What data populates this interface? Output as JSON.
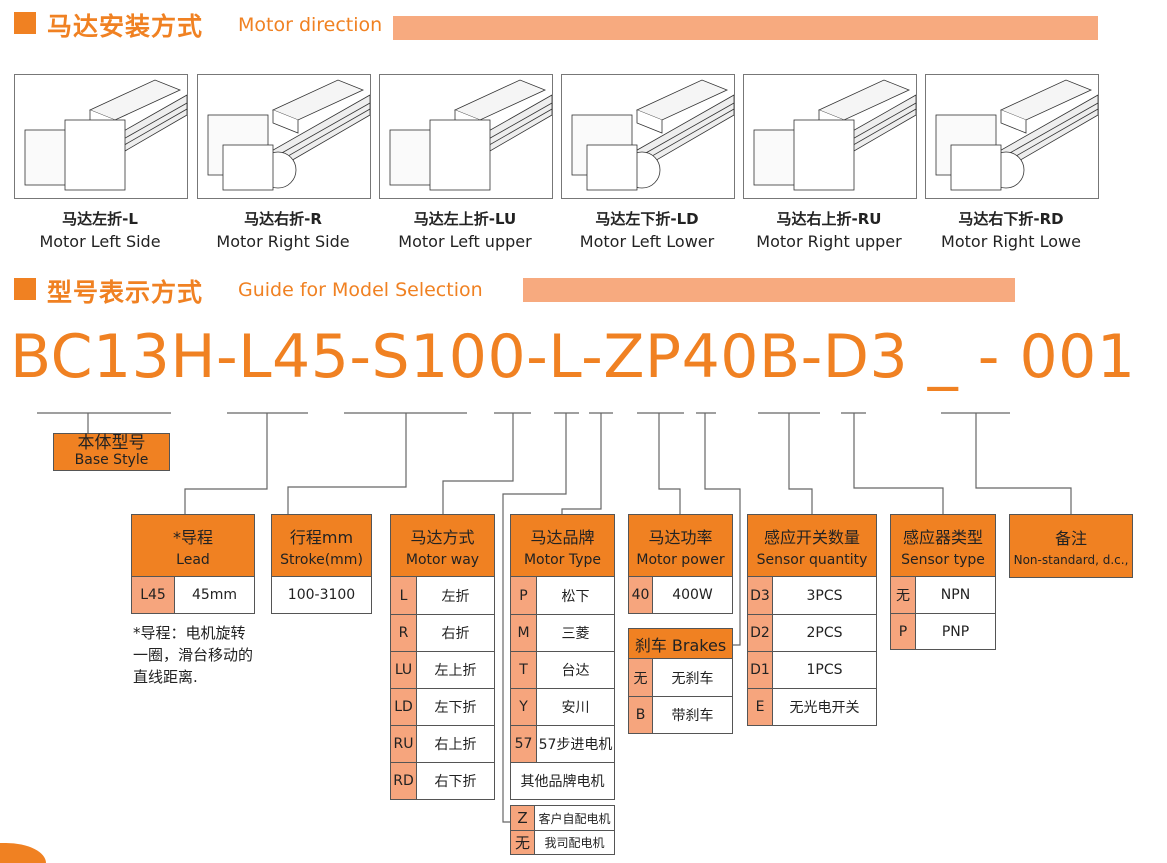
{
  "section1": {
    "title": "马达安装方式",
    "subtitle": "Motor direction"
  },
  "directions": [
    {
      "cn": "马达左折-L",
      "en": "Motor Left Side"
    },
    {
      "cn": "马达右折-R",
      "en": "Motor Right Side"
    },
    {
      "cn": "马达左上折-LU",
      "en": "Motor Left upper"
    },
    {
      "cn": "马达左下折-LD",
      "en": "Motor Left Lower"
    },
    {
      "cn": "马达右上折-RU",
      "en": "Motor Right upper"
    },
    {
      "cn": "马达右下折-RD",
      "en": "Motor Right Lowe"
    }
  ],
  "section2": {
    "title": "型号表示方式",
    "subtitle": "Guide for Model Selection"
  },
  "model_code": "BC13H-L45-S100-L-ZP40B-D3 _ - 001",
  "base_style": {
    "cn": "本体型号",
    "en": "Base Style"
  },
  "tables": {
    "lead": {
      "cn": "*导程",
      "en": "Lead",
      "rows": [
        {
          "code": "L45",
          "value": "45mm"
        }
      ]
    },
    "stroke": {
      "cn": "行程mm",
      "en": "Stroke(mm)",
      "rows": [
        {
          "value": "100-3100"
        }
      ]
    },
    "motor_way": {
      "cn": "马达方式",
      "en": "Motor way",
      "rows": [
        {
          "code": "L",
          "value": "左折"
        },
        {
          "code": "R",
          "value": "右折"
        },
        {
          "code": "LU",
          "value": "左上折"
        },
        {
          "code": "LD",
          "value": "左下折"
        },
        {
          "code": "RU",
          "value": "右上折"
        },
        {
          "code": "RD",
          "value": "右下折"
        }
      ]
    },
    "motor_type": {
      "cn": "马达品牌",
      "en": "Motor Type",
      "rows": [
        {
          "code": "P",
          "value": "松下"
        },
        {
          "code": "M",
          "value": "三菱"
        },
        {
          "code": "T",
          "value": "台达"
        },
        {
          "code": "Y",
          "value": "安川"
        },
        {
          "code": "57",
          "value": "57步进电机"
        },
        {
          "value": "其他品牌电机"
        }
      ]
    },
    "motor_supply": {
      "rows": [
        {
          "code": "Z",
          "value": "客户自配电机"
        },
        {
          "code": "无",
          "value": "我司配电机"
        }
      ]
    },
    "motor_power": {
      "cn": "马达功率",
      "en": "Motor power",
      "rows": [
        {
          "code": "40",
          "value": "400W"
        }
      ]
    },
    "brakes": {
      "title": "刹车  Brakes",
      "rows": [
        {
          "code": "无",
          "value": "无刹车"
        },
        {
          "code": "B",
          "value": "带刹车"
        }
      ]
    },
    "sensor_quantity": {
      "cn": "感应开关数量",
      "en": "Sensor quantity",
      "rows": [
        {
          "code": "D3",
          "value": "3PCS"
        },
        {
          "code": "D2",
          "value": "2PCS"
        },
        {
          "code": "D1",
          "value": "1PCS"
        },
        {
          "code": "E",
          "value": "无光电开关"
        }
      ]
    },
    "sensor_type": {
      "cn": "感应器类型",
      "en": "Sensor type",
      "rows": [
        {
          "code": "无",
          "value": "NPN"
        },
        {
          "code": "P",
          "value": "PNP"
        }
      ]
    },
    "remarks": {
      "cn": "备注",
      "en": "Non-standard, d.c.,",
      "rows": []
    }
  },
  "lead_note": "*导程：电机旋转一圈，滑台移动的直线距离.",
  "colors": {
    "accent": "#f08122",
    "light": "#f7aa7f",
    "code_cell": "#f6a57d"
  }
}
